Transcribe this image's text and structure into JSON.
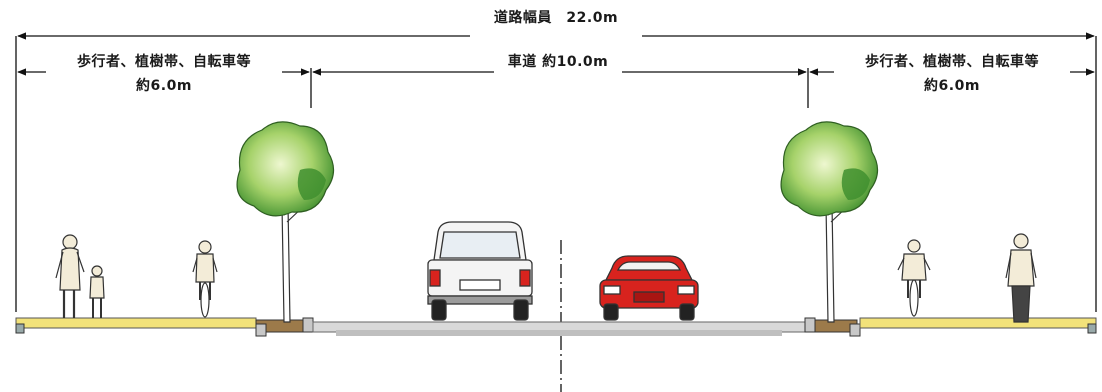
{
  "dimensions": {
    "total": "道路幅員　22.0m",
    "left_zone": {
      "label": "歩行者、植樹帯、自転車等",
      "width": "約6.0m"
    },
    "roadway": "車道 約10.0m",
    "right_zone": {
      "label": "歩行者、植樹帯、自転車等",
      "width": "約6.0m"
    }
  },
  "figures": [
    {
      "name": "pedestrian-adult-with-child-icon",
      "side": "left"
    },
    {
      "name": "cyclist-icon",
      "side": "left"
    },
    {
      "name": "street-tree-icon",
      "side": "left"
    },
    {
      "name": "white-car-rear-icon",
      "side": "roadway-left"
    },
    {
      "name": "red-car-front-icon",
      "side": "roadway-right"
    },
    {
      "name": "street-tree-icon",
      "side": "right"
    },
    {
      "name": "cyclist-icon",
      "side": "right"
    },
    {
      "name": "pedestrian-adult-icon",
      "side": "right"
    }
  ],
  "colors": {
    "sidewalk": "#f2e27a",
    "curb": "#c8c8c8",
    "roadway": "#d9d9d9",
    "tree_foliage": "#3f8f2f",
    "white_car": "#f4f4f4",
    "red_car": "#d8231e"
  }
}
